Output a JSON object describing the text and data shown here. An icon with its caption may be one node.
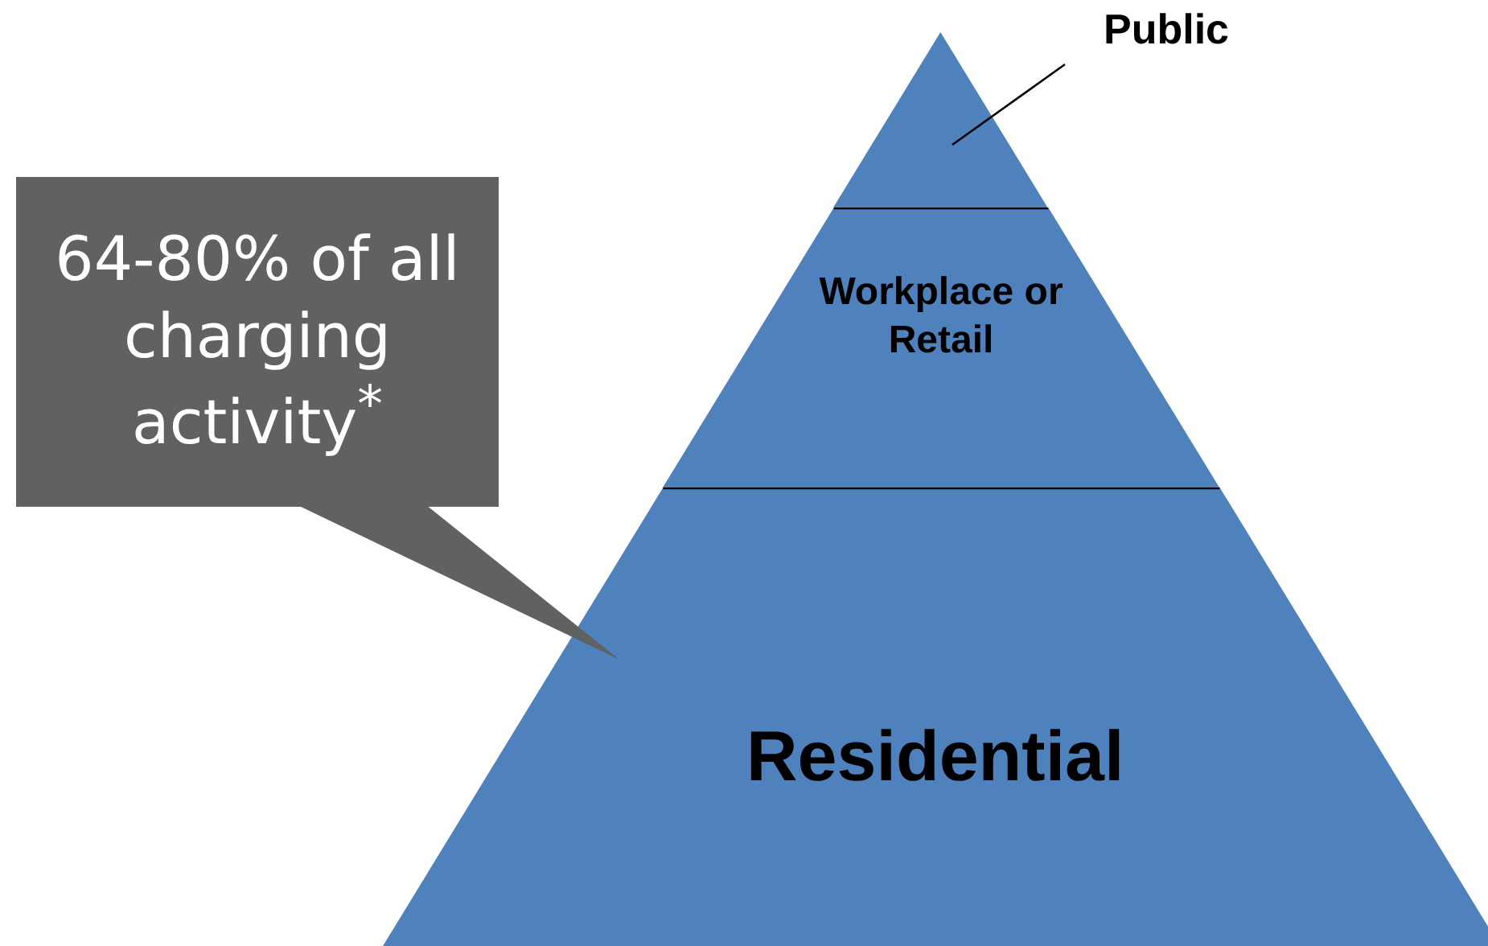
{
  "diagram": {
    "nodes": [
      {
        "text": [
          "Public"
        ]
      },
      {
        "text": [],
        "shape": "triangle"
      },
      {
        "text": [
          "Workplace or Retail"
        ]
      },
      {
        "text": [
          "Residential"
        ]
      },
      {
        "text": [
          "64-80% of all charging activity$^{*}$"
        ]
      }
    ],
    "edges": [
      {
        "from": 0,
        "to": 1,
        "arrow": "none"
      },
      {
        "from": 4,
        "to": 3,
        "arrow": "none"
      }
    ]
  }
}
